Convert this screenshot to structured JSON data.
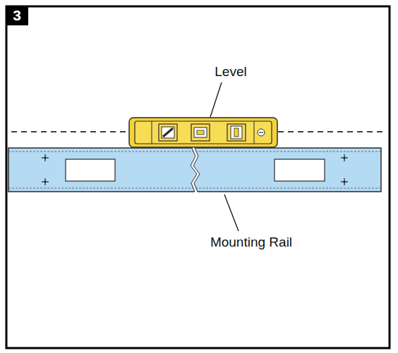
{
  "diagram": {
    "labels": [
      "3",
      "Level",
      "Mounting Rail"
    ]
  }
}
